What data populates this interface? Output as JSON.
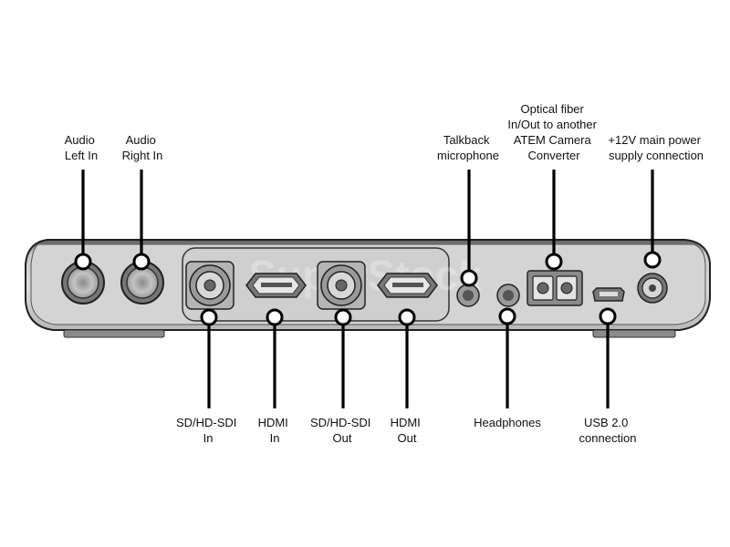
{
  "callouts": {
    "audio_left_in": [
      "Audio",
      "Left In"
    ],
    "audio_right_in": [
      "Audio",
      "Right In"
    ],
    "talkback_microphone": [
      "Talkback",
      "microphone"
    ],
    "optical_fiber": [
      "Optical fiber",
      "In/Out to another",
      "ATEM Camera",
      "Converter"
    ],
    "power": [
      "+12V main power",
      "supply connection"
    ],
    "sdi_in": [
      "SD/HD-SDI",
      "In"
    ],
    "hdmi_in": [
      "HDMI",
      "In"
    ],
    "sdi_out": [
      "SD/HD-SDI",
      "Out"
    ],
    "hdmi_out": [
      "HDMI",
      "Out"
    ],
    "headphones": [
      "Headphones"
    ],
    "usb": [
      "USB 2.0",
      "connection"
    ]
  },
  "watermark": "SuperStock"
}
